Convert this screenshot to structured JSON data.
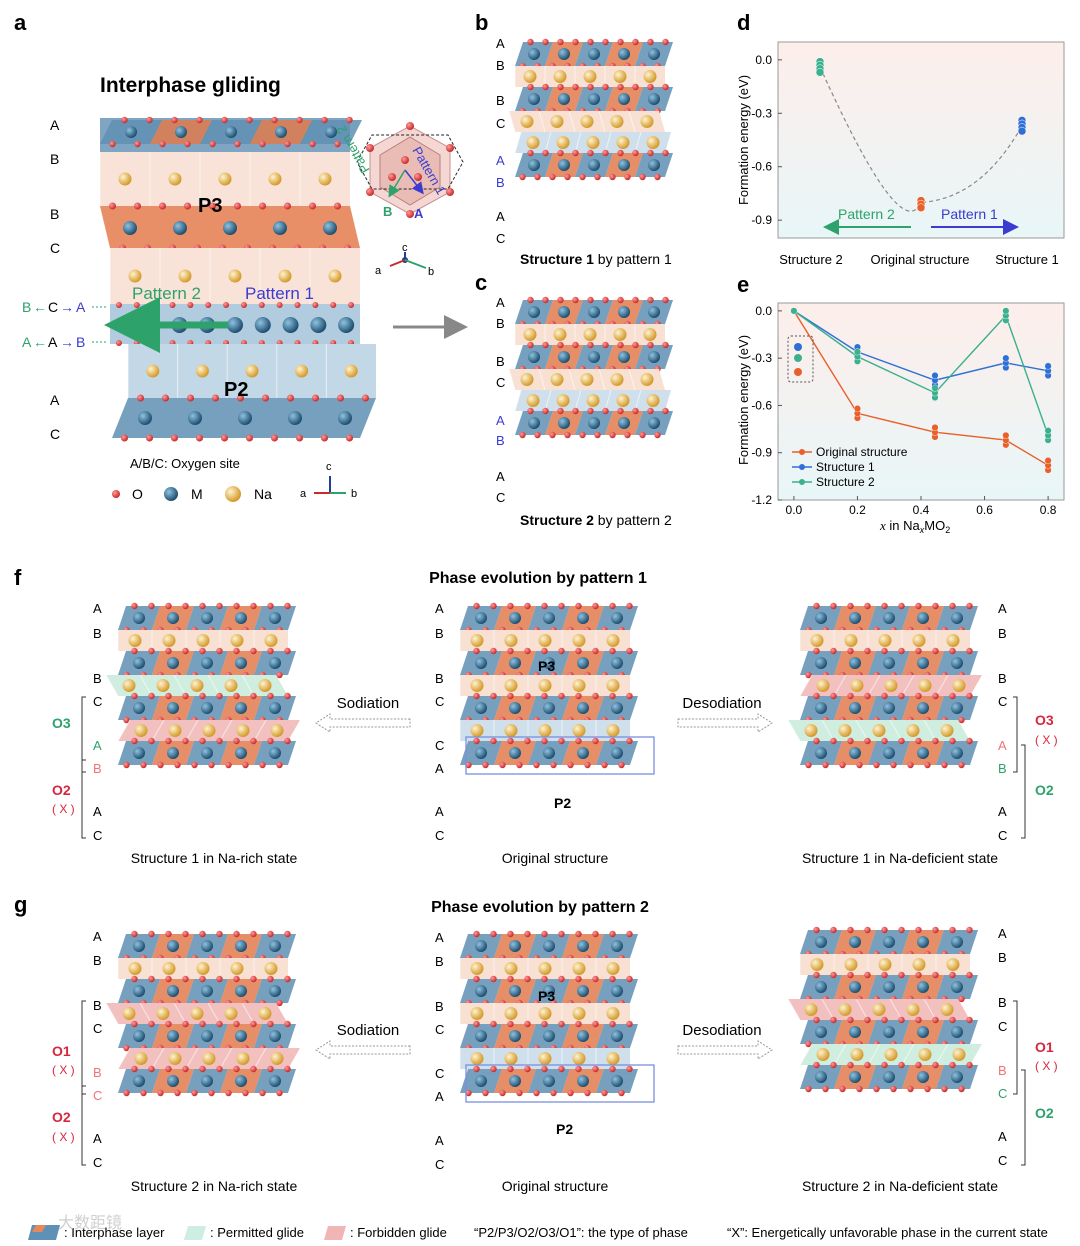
{
  "panel_letters": [
    "a",
    "b",
    "c",
    "d",
    "e",
    "f",
    "g"
  ],
  "panel_a": {
    "title": "Interphase gliding",
    "stack_letters": [
      "A",
      "B",
      "B",
      "C",
      "A",
      "C"
    ],
    "phase_top": "P3",
    "phase_bottom": "P2",
    "pattern2_label": "Pattern 2",
    "pattern1_label": "Pattern 1",
    "glide_row1": [
      "B",
      "C",
      "A"
    ],
    "glide_row2": [
      "A",
      "A",
      "B"
    ],
    "oxygen_site_note": "A/B/C: Oxygen site",
    "legend": [
      "O",
      "M",
      "Na"
    ],
    "hex_pattern1": "Pattern 1",
    "hex_pattern2": "Pattern 2",
    "hex_a": "A",
    "hex_b": "B",
    "axes_top": [
      "c",
      "a",
      "b"
    ],
    "axes_bottom": [
      "c",
      "a",
      "b"
    ]
  },
  "panel_b": {
    "letters": [
      "A",
      "B",
      "B",
      "C",
      "A",
      "B",
      "A",
      "C"
    ],
    "caption_bold": "Structure 1",
    "caption_rest": " by pattern 1"
  },
  "panel_c": {
    "letters": [
      "A",
      "B",
      "B",
      "C",
      "A",
      "B",
      "A",
      "C"
    ],
    "caption_bold": "Structure 2",
    "caption_rest": " by pattern 2"
  },
  "chart_data": [
    {
      "type": "scatter",
      "panel": "d",
      "ylabel": "Formation energy (eV)",
      "categories": [
        "Structure 2",
        "Original structure",
        "Structure 1"
      ],
      "yticks": [
        "0.0",
        "-0.3",
        "-0.6",
        "-0.9"
      ],
      "ylim": [
        -1.0,
        0.1
      ],
      "series": [
        {
          "category": "Structure 2",
          "values": [
            -0.01,
            -0.03,
            -0.05,
            -0.07
          ],
          "color": "#3bb08f"
        },
        {
          "category": "Original structure",
          "values": [
            -0.79,
            -0.81,
            -0.83
          ],
          "color": "#e8602a"
        },
        {
          "category": "Structure 1",
          "values": [
            -0.34,
            -0.36,
            -0.38,
            -0.4
          ],
          "color": "#2f6fd6"
        }
      ],
      "annotations": {
        "left": "Pattern 2",
        "right": "Pattern 1"
      }
    },
    {
      "type": "line",
      "panel": "e",
      "ylabel": "Formation energy (eV)",
      "xlabel_pre": "x",
      "xlabel_mid": " in Na",
      "xlabel_sub": "x",
      "xlabel_post": "MO",
      "xlabel_sub2": "2",
      "xticks": [
        "0.0",
        "0.2",
        "0.4",
        "0.6",
        "0.8"
      ],
      "yticks": [
        "0.0",
        "-0.3",
        "-0.6",
        "-0.9",
        "-1.2"
      ],
      "xlim": [
        -0.05,
        0.85
      ],
      "ylim": [
        -1.2,
        0.05
      ],
      "x": [
        0.0,
        0.2,
        0.444,
        0.667,
        0.8
      ],
      "series": [
        {
          "name": "Original structure",
          "color": "#e8602a",
          "values": [
            0.0,
            -0.65,
            -0.77,
            -0.82,
            -0.98
          ]
        },
        {
          "name": "Structure 1",
          "color": "#2f6fd6",
          "values": [
            0.0,
            -0.26,
            -0.44,
            -0.33,
            -0.38
          ]
        },
        {
          "name": "Structure 2",
          "color": "#3bb08f",
          "values": [
            0.0,
            -0.29,
            -0.52,
            -0.03,
            -0.79
          ]
        }
      ]
    }
  ],
  "panel_f": {
    "title": "Phase evolution by pattern 1",
    "sodiation": "Sodiation",
    "desodiation": "Desodiation",
    "left_letters": [
      "A",
      "B",
      "B",
      "C",
      "A",
      "B",
      "A",
      "C"
    ],
    "left_phase1": "O3",
    "left_phase2": "O2",
    "left_x": "( X )",
    "left_caption": "Structure 1 in Na-rich state",
    "mid_letters": [
      "A",
      "B",
      "B",
      "C",
      "C",
      "A",
      "A",
      "C"
    ],
    "mid_p3": "P3",
    "mid_p2": "P2",
    "mid_caption": "Original structure",
    "right_letters": [
      "A",
      "B",
      "B",
      "C",
      "A",
      "B",
      "A",
      "C"
    ],
    "right_phase1": "O3",
    "right_x": "( X )",
    "right_phase2": "O2",
    "right_caption": "Structure 1 in Na-deficient state"
  },
  "panel_g": {
    "title": "Phase evolution by pattern 2",
    "sodiation": "Sodiation",
    "desodiation": "Desodiation",
    "left_letters": [
      "A",
      "B",
      "B",
      "C",
      "B",
      "C",
      "A",
      "C"
    ],
    "left_phase1": "O1",
    "left_x1": "( X )",
    "left_phase2": "O2",
    "left_x2": "( X )",
    "left_caption": "Structure 2 in Na-rich state",
    "mid_letters": [
      "A",
      "B",
      "B",
      "C",
      "C",
      "A",
      "A",
      "C"
    ],
    "mid_p3": "P3",
    "mid_p2": "P2",
    "mid_caption": "Original structure",
    "right_letters": [
      "A",
      "B",
      "B",
      "C",
      "B",
      "C",
      "A",
      "C"
    ],
    "right_phase1": "O1",
    "right_x": "( X )",
    "right_phase2": "O2",
    "right_caption": "Structure 2 in Na-deficient state"
  },
  "bottom_legend": {
    "interphase": ": Interphase layer",
    "permitted": ": Permitted glide",
    "forbidden": ": Forbidden glide",
    "phase_types": "“P2/P3/O2/O3/O1”: the type of phase",
    "x_note": "“X”: Energetically unfavorable phase in the current state",
    "watermark": "大数距镜"
  },
  "colors": {
    "orange_layer": "#e8875a",
    "blue_layer": "#6f9fbf",
    "na_layer": "#f7ddd0",
    "p2_layer": "#c9dbe8",
    "oxygen": "#d83a3a",
    "metal": "#2c6a8f",
    "sodium": "#e8b95a",
    "green": "#2ea26b",
    "blue_text": "#3b3bd1",
    "red_text": "#d7263d"
  }
}
